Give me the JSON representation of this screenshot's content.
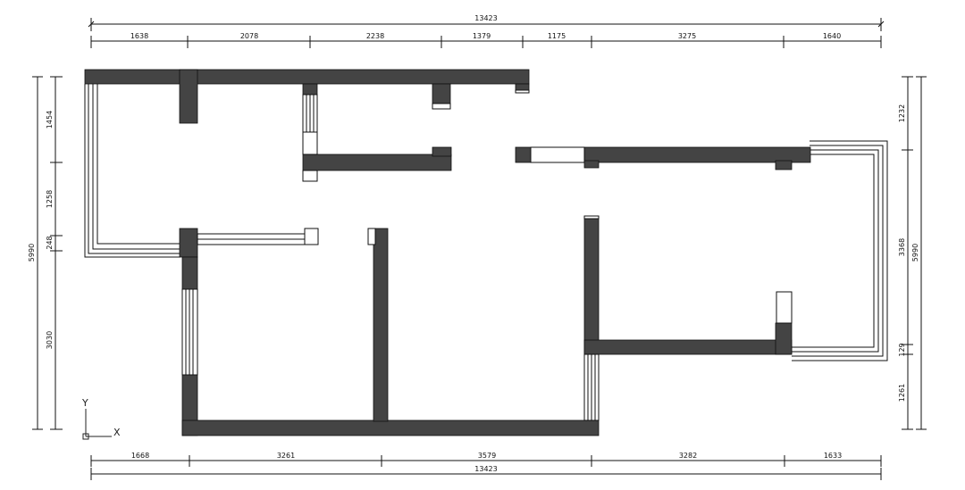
{
  "plan": {
    "top_dims": {
      "total": "13423",
      "segments": [
        "1638",
        "2078",
        "2238",
        "1379",
        "1175",
        "3275",
        "1640"
      ]
    },
    "bottom_dims": {
      "total": "13423",
      "segments": [
        "1668",
        "3261",
        "3579",
        "3282",
        "1633"
      ]
    },
    "left_dims": {
      "total": "5990",
      "segments": [
        "1454",
        "1258",
        "248",
        "3030"
      ]
    },
    "right_dims": {
      "total": "5990",
      "segments": [
        "1232",
        "3368",
        "129",
        "1261"
      ]
    },
    "ucs": {
      "y_label": "Y",
      "x_label": "X"
    },
    "colors": {
      "wall": "#444444",
      "line": "#111111",
      "window": "#ffffff"
    }
  }
}
